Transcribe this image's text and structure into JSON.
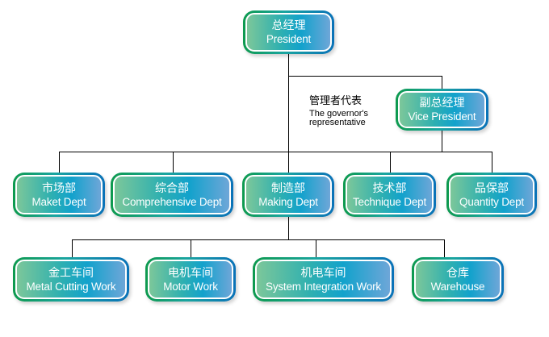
{
  "nodes": {
    "president": {
      "cn": "总经理",
      "en": "President"
    },
    "vice_president": {
      "cn": "副总经理",
      "en": "Vice President"
    },
    "departments": [
      {
        "cn": "市场部",
        "en": "Maket Dept"
      },
      {
        "cn": "综合部",
        "en": "Comprehensive Dept"
      },
      {
        "cn": "制造部",
        "en": "Making Dept"
      },
      {
        "cn": "技术部",
        "en": "Technique Dept"
      },
      {
        "cn": "品保部",
        "en": "Quantity Dept"
      }
    ],
    "workshops": [
      {
        "cn": "金工车间",
        "en": "Metal Cutting Work"
      },
      {
        "cn": "电机车间",
        "en": "Motor Work"
      },
      {
        "cn": "机电车间",
        "en": "System Integration Work"
      },
      {
        "cn": "仓库",
        "en": "Warehouse"
      }
    ]
  },
  "annotation": {
    "cn": "管理者代表",
    "en_line1": "The governor's",
    "en_line2": "representative"
  },
  "colors": {
    "border_gradient": [
      "#0e9a4e",
      "#1aa5a0",
      "#0a72b8"
    ],
    "fill_gradient": [
      "#7cc79a",
      "#2fb0b0",
      "#12a2cc",
      "#6ea6d8"
    ],
    "text": "#ffffff",
    "connector": "#000000"
  }
}
